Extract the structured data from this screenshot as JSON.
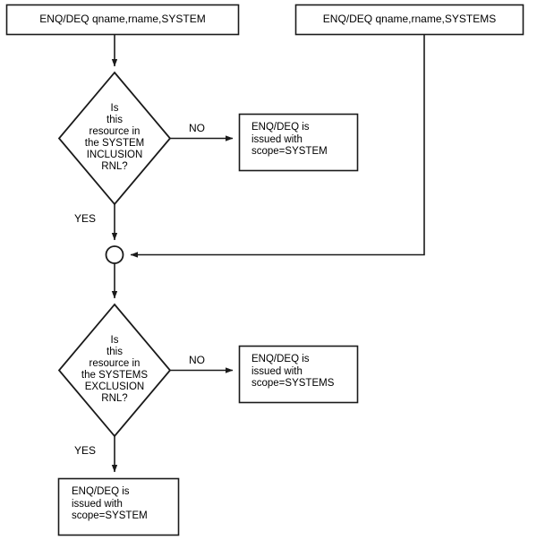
{
  "diagram": {
    "type": "flowchart",
    "title": "ENQ/DEQ scope resolution flowchart",
    "colors": {
      "background": "#ffffff",
      "stroke": "#1a1a1a",
      "text": "#000000"
    },
    "nodes": {
      "start_system": {
        "shape": "rectangle",
        "text": "ENQ/DEQ qname,rname,SYSTEM"
      },
      "start_systems": {
        "shape": "rectangle",
        "text": "ENQ/DEQ qname,rname,SYSTEMS"
      },
      "decision_inclusion": {
        "shape": "diamond",
        "text": "Is\nthis\nresource in\nthe SYSTEM\nINCLUSION\nRNL?"
      },
      "result_scope_system_no": {
        "shape": "rectangle",
        "text": "ENQ/DEQ is\nissued with\nscope=SYSTEM"
      },
      "merge_point": {
        "shape": "circle",
        "text": ""
      },
      "decision_exclusion": {
        "shape": "diamond",
        "text": "Is\nthis\nresource in\nthe SYSTEMS\nEXCLUSION\nRNL?"
      },
      "result_scope_systems_no": {
        "shape": "rectangle",
        "text": "ENQ/DEQ is\nissued with\nscope=SYSTEMS"
      },
      "result_scope_system_yes": {
        "shape": "rectangle",
        "text": "ENQ/DEQ is\nissued with\nscope=SYSTEM"
      }
    },
    "edge_labels": {
      "inclusion_no": "NO",
      "inclusion_yes": "YES",
      "exclusion_no": "NO",
      "exclusion_yes": "YES"
    }
  }
}
